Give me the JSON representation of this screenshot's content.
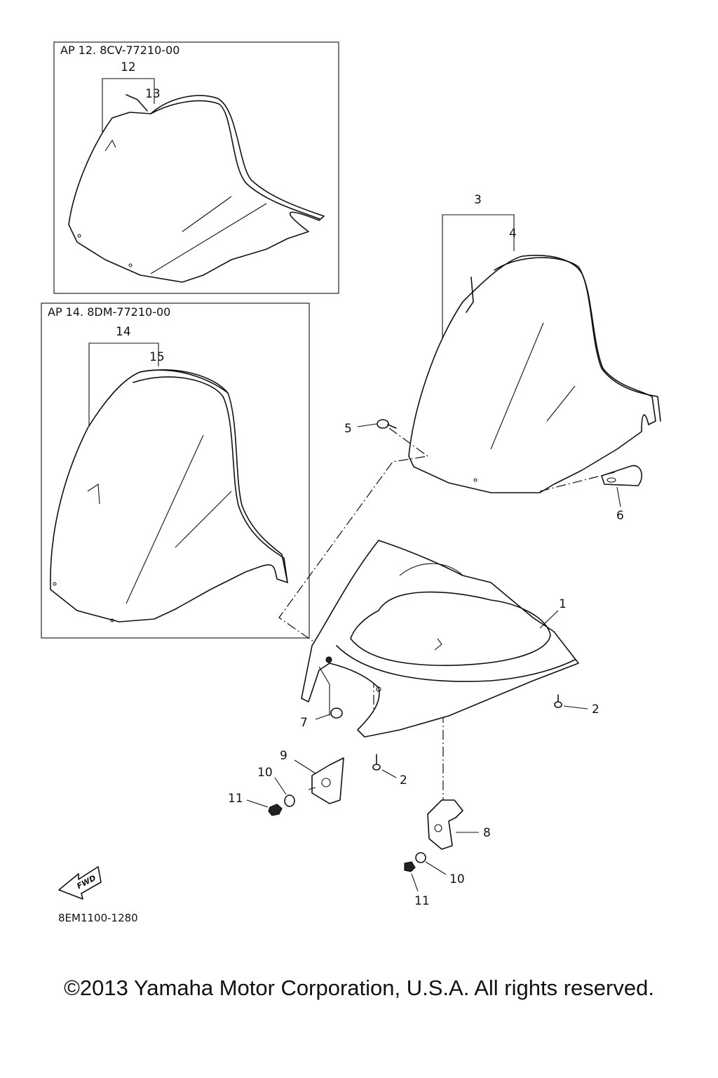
{
  "boxes": [
    {
      "title": "AP 12. 8CV-77210-00"
    },
    {
      "title": "AP 14. 8DM-77210-00"
    }
  ],
  "callouts": [
    "1",
    "2",
    "2",
    "3",
    "4",
    "5",
    "6",
    "7",
    "8",
    "9",
    "10",
    "10",
    "11",
    "11",
    "12",
    "13",
    "14",
    "15"
  ],
  "fwd_label": "FWD",
  "diagram_code": "8EM1100-1280",
  "copyright": "©2013 Yamaha Motor Corporation, U.S.A. All rights reserved."
}
